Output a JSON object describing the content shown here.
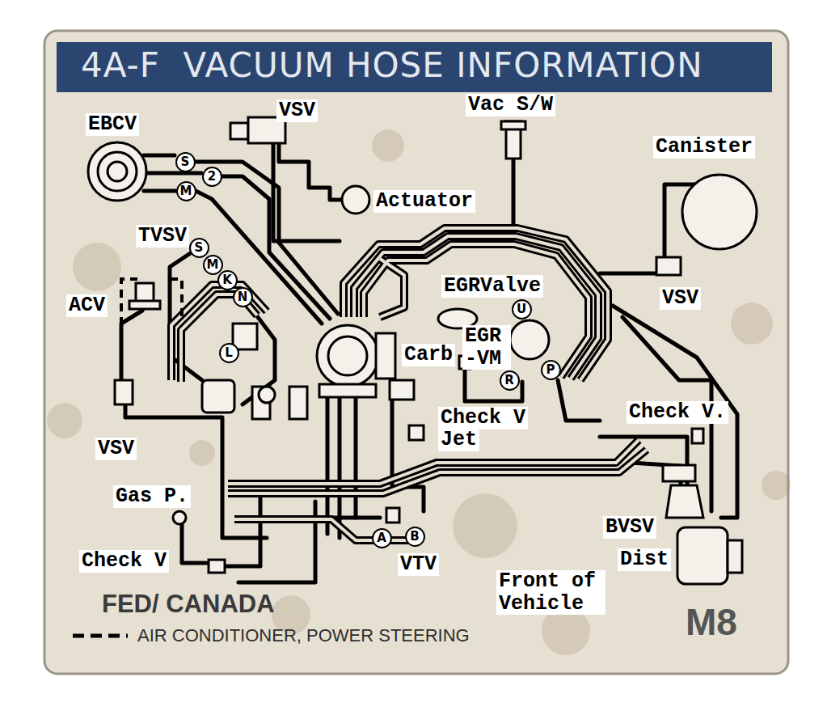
{
  "diagram": {
    "title": "4A-F  VACUUM HOSE INFORMATION",
    "nodes": [
      {
        "text": [
          "S"
        ]
      },
      {
        "text": [
          "2"
        ]
      },
      {
        "text": [
          "M"
        ]
      },
      {
        "text": [
          "S"
        ]
      },
      {
        "text": [
          "M"
        ]
      },
      {
        "text": [
          "K"
        ]
      },
      {
        "text": [
          "N"
        ]
      },
      {
        "text": [
          "L"
        ]
      },
      {
        "text": [
          "U"
        ]
      },
      {
        "text": [
          "R"
        ]
      },
      {
        "text": [
          "P"
        ]
      },
      {
        "text": [
          "A"
        ]
      },
      {
        "text": [
          "B"
        ]
      }
    ],
    "labels": [
      "VSV",
      "Vac S/W",
      "EBCV",
      "Canister",
      "Actuator",
      "TVSV",
      "ACV",
      "VSV",
      "EGRValve",
      "EGR -VM",
      "Carb",
      "Check V",
      "Jet",
      "Check V.",
      "VSV",
      "Gas P.",
      "BVSV",
      "Check V",
      "Dist",
      "VTV",
      "Front of Vehicle",
      "FED/ CANADA",
      "M8"
    ],
    "legend": [
      {
        "text": "AIR CONDITIONER, POWER STEERING"
      }
    ]
  }
}
